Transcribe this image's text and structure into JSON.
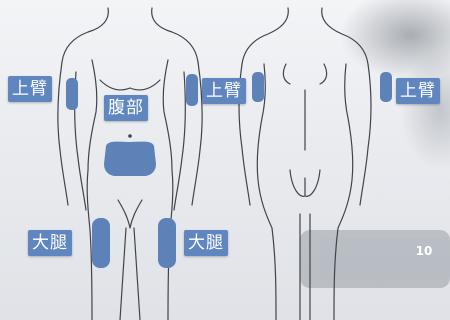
{
  "labels": {
    "upper_arm_front": "上臂",
    "abdomen": "腹部",
    "upper_arm_back_left": "上臂",
    "upper_arm_back_right": "上臂",
    "thigh_left": "大腿",
    "thigh_right": "大腿"
  },
  "badge_text": "10",
  "colors": {
    "site_fill": "#5d82b7",
    "label_bg": "#5f86bf",
    "outline": "#3f4449",
    "photo_dark": "#8e949b"
  }
}
